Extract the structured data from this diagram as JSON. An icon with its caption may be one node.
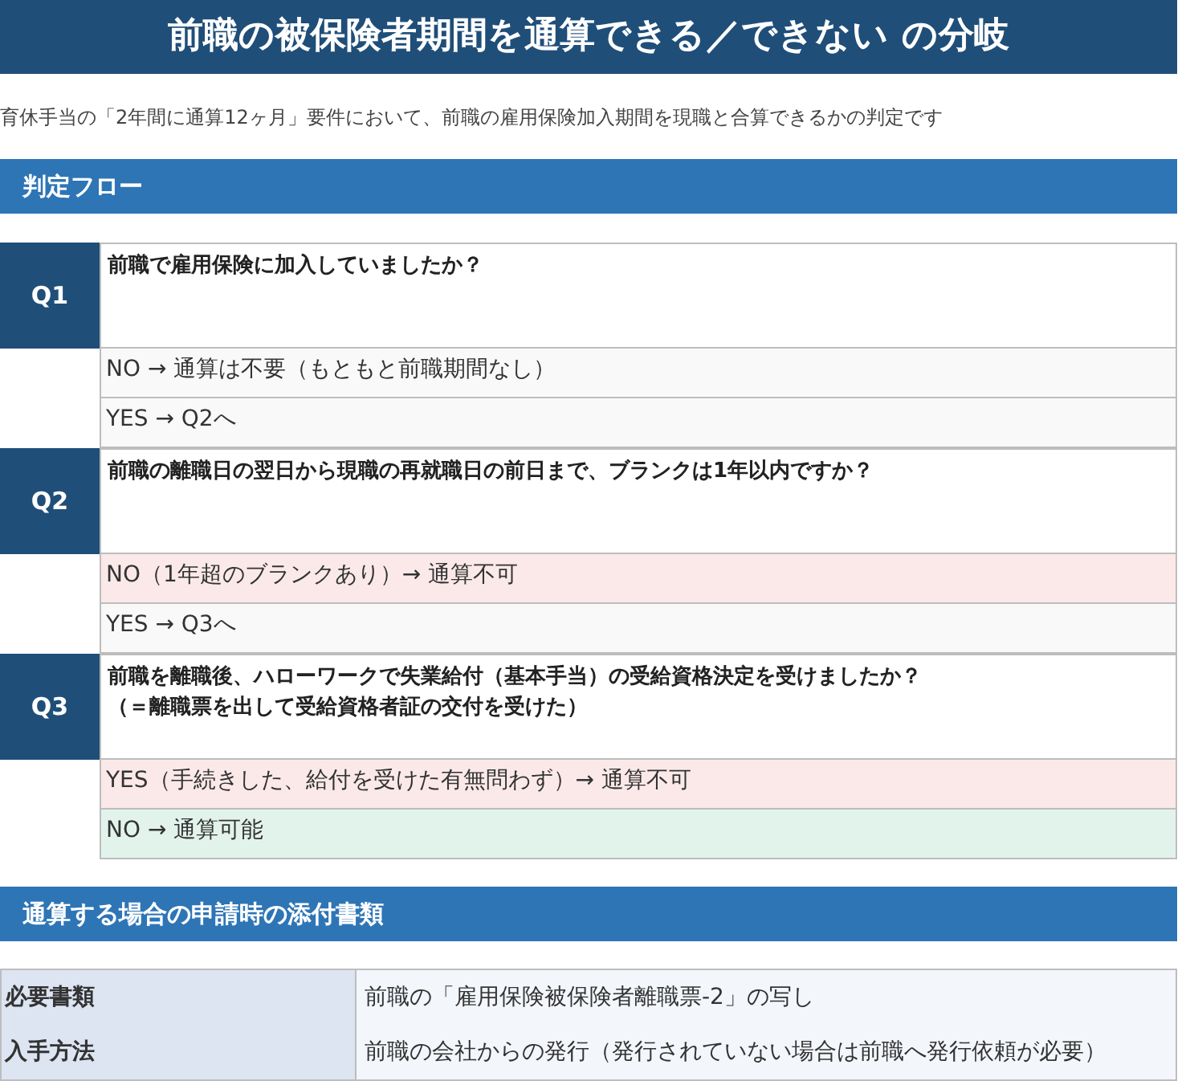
{
  "diagram": {
    "title": "前職の被保険者期間を通算できる／できない の分岐",
    "nodes": [
      {
        "text": [
          "判定フロー"
        ]
      },
      {
        "text": [
          "Q1"
        ]
      },
      {
        "text": [
          "前職で雇用保険に加入していましたか？"
        ]
      },
      {
        "text": [
          "NO → 通算は不要（もともと前職期間なし）"
        ]
      },
      {
        "text": [
          "YES → Q2へ"
        ]
      },
      {
        "text": [
          "Q2"
        ]
      },
      {
        "text": [
          "前職の離職日の翌日から現職の再就職日の前日まで、ブランクは1年以内ですか？"
        ]
      },
      {
        "text": [
          "NO（1年超のブランクあり）→ 通算不可"
        ]
      },
      {
        "text": [
          "YES → Q3へ"
        ]
      },
      {
        "text": [
          "Q3"
        ]
      },
      {
        "text": [
          "前職を離職後、ハローワークで失業給付（基本手当）の受給資格決定を受けましたか？",
          "（＝離職票を出して受給資格者証の交付を受けた）"
        ]
      },
      {
        "text": [
          "YES（手続きした、給付を受けた有無問わず）→ 通算不可"
        ]
      },
      {
        "text": [
          "NO → 通算可能"
        ]
      },
      {
        "text": [
          "通算する場合の申請時の添付書類"
        ]
      }
    ],
    "labels": [
      "育休手当の「2年間に通算12ヶ月」要件において、前職の雇用保険加入期間を現職と合算できるかの判定です",
      "必要書類",
      "前職の「雇用保険被保険者離職票-2」の写し",
      "入手方法",
      "前職の会社からの発行（発行されていない場合は前職へ発行依頼が必要）"
    ]
  }
}
